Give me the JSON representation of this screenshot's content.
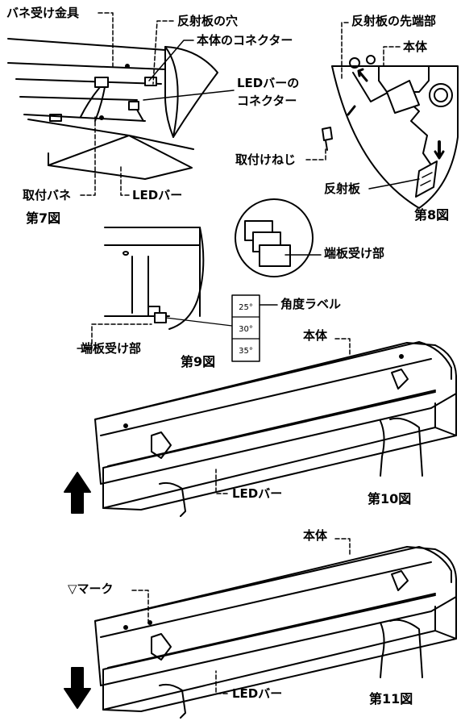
{
  "fig7": {
    "caption": "第7図",
    "spring_bracket": "バネ受け金具",
    "reflector_hole": "反射板の穴",
    "body_connector": "本体のコネクター",
    "led_connector_line1": "LEDバーの",
    "led_connector_line2": "コネクター",
    "mount_spring": "取付バネ",
    "led_bar": "LEDバー"
  },
  "fig8": {
    "caption": "第8図",
    "reflector_tip": "反射板の先端部",
    "body": "本体",
    "mount_screw": "取付けねじ",
    "reflector": "反射板"
  },
  "fig9": {
    "caption": "第9図",
    "end_plate_receiver": "端板受け部",
    "end_plate_receiver_detail": "端板受け部",
    "angle_label": "角度ラベル",
    "angles": [
      "25°",
      "30°",
      "35°"
    ]
  },
  "fig10": {
    "caption": "第10図",
    "body": "本体",
    "led_bar": "LEDバー",
    "direction": "up"
  },
  "fig11": {
    "caption": "第11図",
    "body": "本体",
    "mark": "▽マーク",
    "led_bar": "LEDバー",
    "direction": "down"
  }
}
